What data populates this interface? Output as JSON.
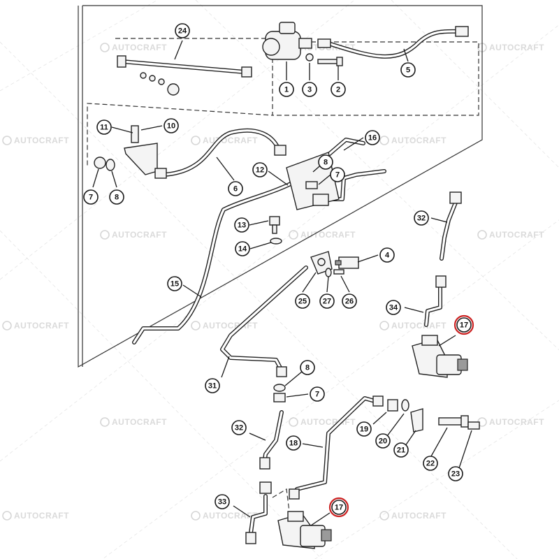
{
  "watermark": {
    "text": "AUTOCRAFT"
  },
  "colors": {
    "highlight": "#cc2222",
    "ink": "#1a1a1a"
  },
  "callouts": [
    {
      "label": "24",
      "highlight": false
    },
    {
      "label": "1",
      "highlight": false
    },
    {
      "label": "3",
      "highlight": false
    },
    {
      "label": "2",
      "highlight": false
    },
    {
      "label": "5",
      "highlight": false
    },
    {
      "label": "11",
      "highlight": false
    },
    {
      "label": "10",
      "highlight": false
    },
    {
      "label": "7",
      "highlight": false
    },
    {
      "label": "8",
      "highlight": false
    },
    {
      "label": "6",
      "highlight": false
    },
    {
      "label": "16",
      "highlight": false
    },
    {
      "label": "12",
      "highlight": false
    },
    {
      "label": "8",
      "highlight": false
    },
    {
      "label": "7",
      "highlight": false
    },
    {
      "label": "13",
      "highlight": false
    },
    {
      "label": "14",
      "highlight": false
    },
    {
      "label": "32",
      "highlight": false
    },
    {
      "label": "4",
      "highlight": false
    },
    {
      "label": "15",
      "highlight": false
    },
    {
      "label": "25",
      "highlight": false
    },
    {
      "label": "27",
      "highlight": false
    },
    {
      "label": "26",
      "highlight": false
    },
    {
      "label": "34",
      "highlight": false
    },
    {
      "label": "17",
      "highlight": true
    },
    {
      "label": "31",
      "highlight": false
    },
    {
      "label": "8",
      "highlight": false
    },
    {
      "label": "7",
      "highlight": false
    },
    {
      "label": "32",
      "highlight": false
    },
    {
      "label": "18",
      "highlight": false
    },
    {
      "label": "19",
      "highlight": false
    },
    {
      "label": "20",
      "highlight": false
    },
    {
      "label": "21",
      "highlight": false
    },
    {
      "label": "22",
      "highlight": false
    },
    {
      "label": "23",
      "highlight": false
    },
    {
      "label": "33",
      "highlight": false
    },
    {
      "label": "17",
      "highlight": true
    }
  ]
}
